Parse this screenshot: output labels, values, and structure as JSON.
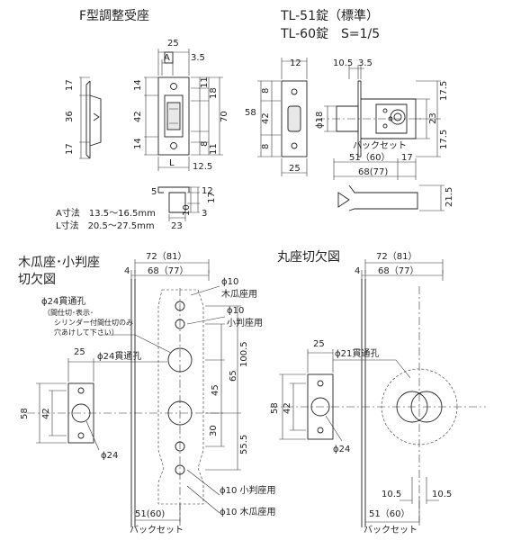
{
  "titles": {
    "f_strike": "F型調整受座",
    "tl51": "TL-51錠（標準）",
    "tl60": "TL-60錠　S=1/5",
    "kiuri": "木瓜座･小判座",
    "kiuri_sub": "切欠図",
    "maru": "丸座切欠図"
  },
  "strike": {
    "d25": "25",
    "dA": "A",
    "d35": "3.5",
    "d17a": "17",
    "d36": "36",
    "d17b": "17",
    "d14a": "14",
    "d42": "42",
    "d14b": "14",
    "d11": "11",
    "d18": "18",
    "d70": "70",
    "d8": "8",
    "d11b": "11",
    "dL": "L",
    "d125": "12.5",
    "d5": "5",
    "d12": "12",
    "d17c": "17",
    "d3": "3",
    "d10": "10",
    "d23": "23",
    "a_label": "A寸法　13.5〜16.5mm",
    "l_label": "L寸法　20.5〜27.5mm"
  },
  "latch": {
    "d12": "12",
    "d105": "10.5",
    "d35": "3.5",
    "d8a": "8",
    "d58": "58",
    "d42": "42",
    "d8b": "8",
    "phi18": "ϕ18",
    "d175a": "17.5",
    "d23": "23",
    "d175b": "17.5",
    "d25": "25",
    "backset": "バックセット",
    "bs_5160": "51（60）",
    "bs_17": "17",
    "d6877": "68(77)",
    "d215": "21.5"
  },
  "kiuri": {
    "d7281": "72（81）",
    "d4": "4",
    "d6877": "68（77）",
    "phi10a": "ϕ10",
    "kiuri_use_a": "木瓜座用",
    "phi24_thru": "ϕ24貫通孔",
    "note1": "（間仕切･表示･",
    "note2": "シリンダー付間仕切のみ",
    "note3": "穴あけして下さい）",
    "phi10b": "ϕ10",
    "koban_use_a": "小判座用",
    "d25": "25",
    "phi24_thru2": "ϕ24貫通孔",
    "d1005": "100.5",
    "d65": "65",
    "d45": "45",
    "d58": "58",
    "d42": "42",
    "d30": "30",
    "d555": "55.5",
    "phi24": "ϕ24",
    "d5160": "51(60)",
    "backset": "バックセット",
    "phi10_koban": "ϕ10 小判座用",
    "phi10_kiuri": "ϕ10 木瓜座用"
  },
  "maru": {
    "d7281": "72（81）",
    "d4": "4",
    "d6877": "68（77）",
    "d25": "25",
    "phi21": "ϕ21貫通孔",
    "d58": "58",
    "d42": "42",
    "phi24": "ϕ24",
    "d105a": "10.5",
    "d105b": "10.5",
    "d5160": "51（60）",
    "backset": "バックセット"
  }
}
